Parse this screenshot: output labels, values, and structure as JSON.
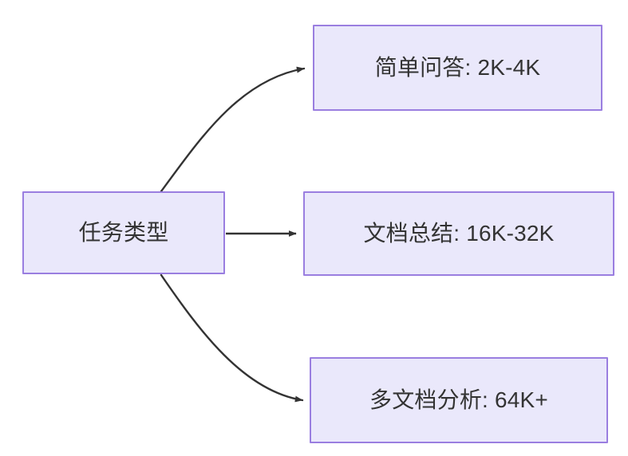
{
  "diagram": {
    "type": "flowchart",
    "direction": "left-to-right",
    "background_color": "#ffffff",
    "node_fill_color": "#eae8fb",
    "node_border_color": "#9a7ee0",
    "node_text_color": "#333333",
    "edge_color": "#333333",
    "nodes": [
      {
        "id": "root",
        "label": "任务类型"
      },
      {
        "id": "qa",
        "label": "简单问答: 2K-4K"
      },
      {
        "id": "sum",
        "label": "文档总结: 16K-32K"
      },
      {
        "id": "multi",
        "label": "多文档分析: 64K+"
      }
    ],
    "edges": [
      {
        "from": "root",
        "to": "qa",
        "style": "curved",
        "arrowhead": "filled-triangle"
      },
      {
        "from": "root",
        "to": "sum",
        "style": "straight",
        "arrowhead": "filled-triangle"
      },
      {
        "from": "root",
        "to": "multi",
        "style": "curved",
        "arrowhead": "filled-triangle"
      }
    ]
  }
}
